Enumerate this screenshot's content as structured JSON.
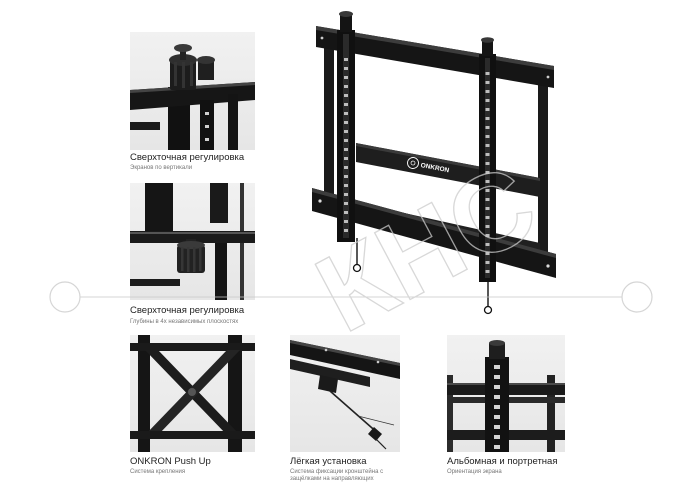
{
  "brand": {
    "logo_text": "ONKRON",
    "logo_icon": "onkron-circle-logo-icon"
  },
  "watermark": {
    "text": "КНС"
  },
  "features": [
    {
      "title": "Сверхточная регулировка",
      "subtitle": "Экранов по вертикали"
    },
    {
      "title": "Сверхточная регулировка",
      "subtitle": "Глубины в 4х независимых плоскостях"
    },
    {
      "title": "ONKRON Push Up",
      "subtitle": "Система крепления"
    },
    {
      "title": "Лёгкая установка",
      "subtitle": "Система фиксации кронштейна с защёлками на направляющих"
    },
    {
      "title": "Альбомная и портретная",
      "subtitle": "Ориентация экрана"
    }
  ],
  "colors": {
    "metal": "#141414",
    "background": "#ffffff",
    "tile_background": "#ebebeb",
    "caption": "#222222",
    "subtitle": "#777777",
    "watermark": "#cccccc"
  }
}
